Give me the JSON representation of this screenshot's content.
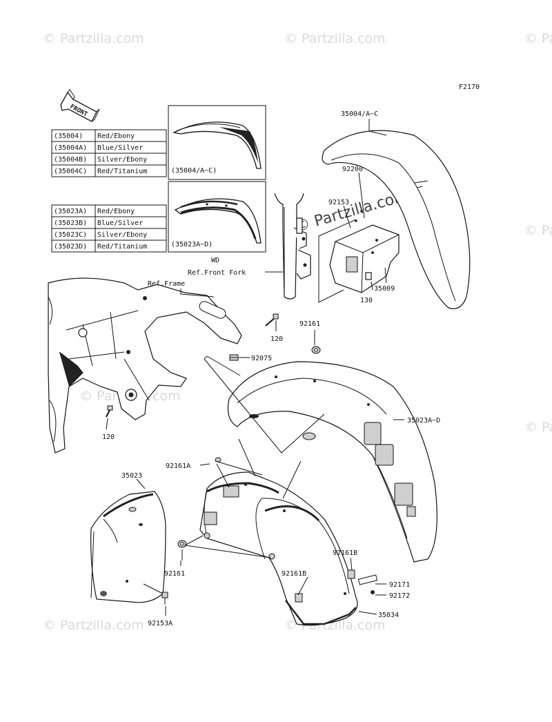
{
  "figure_code": "F2170",
  "front_arrow_label": "FRONT",
  "watermarks": [
    "© Partzilla.com",
    "© Partzilla.com",
    "© Partzilla.com",
    "© Partzilla.com",
    "© Partzilla.com",
    "© Partzilla.com",
    "© Partzilla.com",
    "© Partzilla.com",
    "© Partzilla.com"
  ],
  "center_watermark": "© Partzilla.com",
  "color_table_top": [
    {
      "code": "(35004)",
      "color": "Red/Ebony"
    },
    {
      "code": "(35004A)",
      "color": "Blue/Silver"
    },
    {
      "code": "(35004B)",
      "color": "Silver/Ebony"
    },
    {
      "code": "(35004C)",
      "color": "Red/Titanium"
    }
  ],
  "color_table_bottom": [
    {
      "code": "(35023A)",
      "color": "Red/Ebony"
    },
    {
      "code": "(35023B)",
      "color": "Blue/Silver"
    },
    {
      "code": "(35023C)",
      "color": "Silver/Ebony"
    },
    {
      "code": "(35023D)",
      "color": "Red/Titanium"
    }
  ],
  "inset_top": {
    "label": "(35004/A~C)",
    "caption": "WD"
  },
  "inset_bottom": {
    "label": "(35023A~D)",
    "caption": "WD"
  },
  "callouts": {
    "p35004": "35004/A~C",
    "p92200": "92200",
    "p92153": "92153",
    "p35009": "35009",
    "p130": "130",
    "ref_front_fork": "Ref.Front Fork",
    "ref_frame": "Ref.Frame",
    "p120a": "120",
    "p120b": "120",
    "p92161a": "92161",
    "p92075": "92075",
    "p35023ad": "35023A~D",
    "p92161A": "92161A",
    "p35023": "35023",
    "p92161b": "92161",
    "p92161B1": "92161B",
    "p92161B2": "92161B",
    "p92171": "92171",
    "p92172": "92172",
    "p35034": "35034",
    "p92153A": "92153A"
  }
}
